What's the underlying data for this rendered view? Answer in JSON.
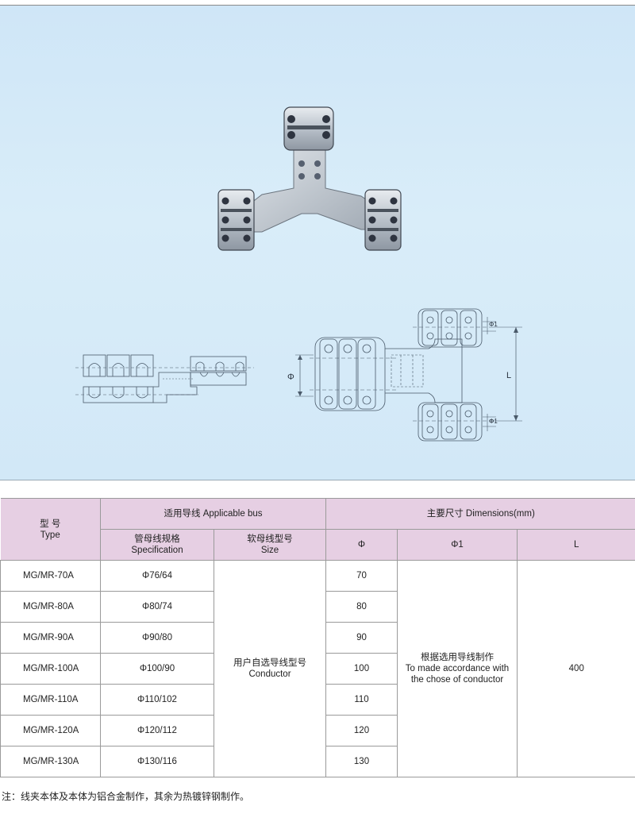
{
  "diagram": {
    "phi_label": "Φ",
    "phi1_label": "Φ1",
    "l_label": "L"
  },
  "table": {
    "header": {
      "type_cn": "型 号",
      "type_en": "Type",
      "bus_group": "适用导线 Applicable bus",
      "dims_group": "主要尺寸 Dimensions(mm)",
      "spec_cn": "管母线规格",
      "spec_en": "Specification",
      "size_cn": "软母线型号",
      "size_en": "Size",
      "phi": "Φ",
      "phi1": "Φ1",
      "l": "L"
    },
    "conductor_cn": "用户自选导线型号",
    "conductor_en": "Conductor",
    "phi1_cn": "根据选用导线制作",
    "phi1_en1": "To made accordance with",
    "phi1_en2": "the chose of conductor",
    "l_value": "400",
    "rows": [
      {
        "type": "MG/MR-70A",
        "spec": "Φ76/64",
        "phi": "70"
      },
      {
        "type": "MG/MR-80A",
        "spec": "Φ80/74",
        "phi": "80"
      },
      {
        "type": "MG/MR-90A",
        "spec": "Φ90/80",
        "phi": "90"
      },
      {
        "type": "MG/MR-100A",
        "spec": "Φ100/90",
        "phi": "100"
      },
      {
        "type": "MG/MR-110A",
        "spec": "Φ110/102",
        "phi": "110"
      },
      {
        "type": "MG/MR-120A",
        "spec": "Φ120/112",
        "phi": "120"
      },
      {
        "type": "MG/MR-130A",
        "spec": "Φ130/116",
        "phi": "130"
      }
    ]
  },
  "footnote": "注：线夹本体及本体为铝合金制作，其余为热镀锌钢制作。"
}
